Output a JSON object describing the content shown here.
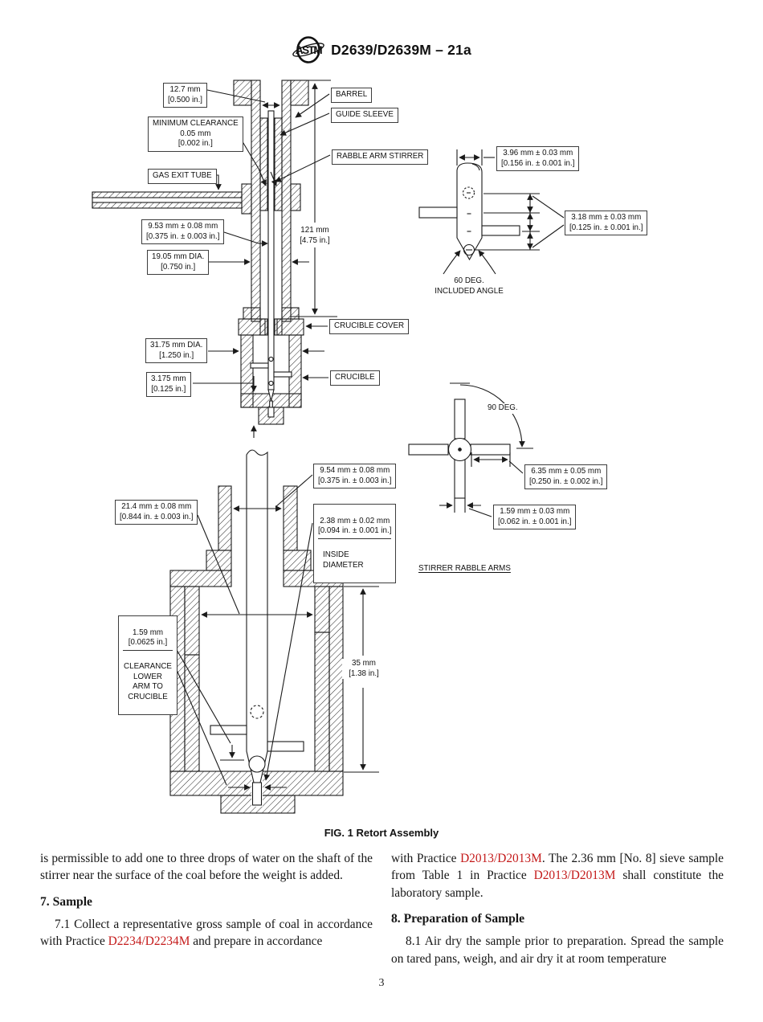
{
  "header": {
    "doc_code": "D2639/D2639M – 21a",
    "logo_text": "ASTM"
  },
  "figure": {
    "caption": "FIG. 1 Retort Assembly",
    "labels": {
      "dim_12_7": "12.7 mm\n[0.500 in.]",
      "min_clearance": "MINIMUM CLEARANCE\n0.05 mm\n[0.002 in.]",
      "gas_exit_tube": "GAS EXIT TUBE",
      "dim_9_53": "9.53 mm ± 0.08 mm\n[0.375 in. ± 0.003 in.]",
      "dim_19_05": "19.05 mm DIA.\n[0.750 in.]",
      "dim_31_75": "31.75 mm DIA.\n[1.250 in.]",
      "dim_3_175": "3.175 mm\n[0.125 in.]",
      "barrel": "BARREL",
      "guide_sleeve": "GUIDE SLEEVE",
      "rabble_arm_stirrer": "RABBLE ARM STIRRER",
      "crucible_cover": "CRUCIBLE COVER",
      "crucible": "CRUCIBLE",
      "dim_121": "121 mm\n[4.75 in.]",
      "dim_3_96": "3.96 mm ± 0.03 mm\n[0.156 in. ± 0.001 in.]",
      "dim_3_18": "3.18 mm ± 0.03 mm\n[0.125 in. ± 0.001 in.]",
      "deg_60": "60 DEG.\nINCLUDED ANGLE",
      "deg_90": "90 DEG.",
      "dim_6_35": "6.35 mm ± 0.05 mm\n[0.250 in. ± 0.002 in.]",
      "dim_1_59_arms": "1.59 mm ± 0.03 mm\n[0.062 in. ± 0.001 in.]",
      "stirrer_rabble_arms": "STIRRER RABBLE ARMS",
      "dim_9_54": "9.54 mm ± 0.08 mm\n[0.375 in. ± 0.003 in.]",
      "dim_21_4": "21.4 mm ± 0.08 mm\n[0.844 in. ± 0.003 in.]",
      "dim_2_38": "2.38 mm ± 0.02 mm\n[0.094 in. ± 0.001 in.]",
      "inside_diameter": "INSIDE\nDIAMETER",
      "dim_1_59_clear": "1.59 mm\n[0.0625 in.]",
      "clearance_note": "CLEARANCE\nLOWER\nARM TO\nCRUCIBLE",
      "dim_35": "35 mm\n[1.38 in.]"
    }
  },
  "body": {
    "left": {
      "para_cont": "is permissible to add one to three drops of water on the shaft of the stirrer near the surface of the coal before the weight is added.",
      "sec7_heading": "7. Sample",
      "p71_seg1": "7.1 Collect a representative gross sample of coal in accordance with Practice ",
      "p71_link1": "D2234/D2234M",
      "p71_seg2": " and prepare in accordance"
    },
    "right": {
      "para_seg1": "with Practice ",
      "para_link1": "D2013/D2013M",
      "para_seg2": ". The 2.36 mm [No. 8] sieve sample from Table 1 in Practice ",
      "para_link2": "D2013/D2013M",
      "para_seg3": " shall constitute the laboratory sample.",
      "sec8_heading": "8. Preparation of Sample",
      "p81": "8.1 Air dry the sample prior to preparation. Spread the sample on tared pans, weigh, and air dry it at room temperature"
    },
    "page_number": "3"
  },
  "colors": {
    "link_red": "#c41a1a",
    "ink": "#1a1a1a"
  }
}
